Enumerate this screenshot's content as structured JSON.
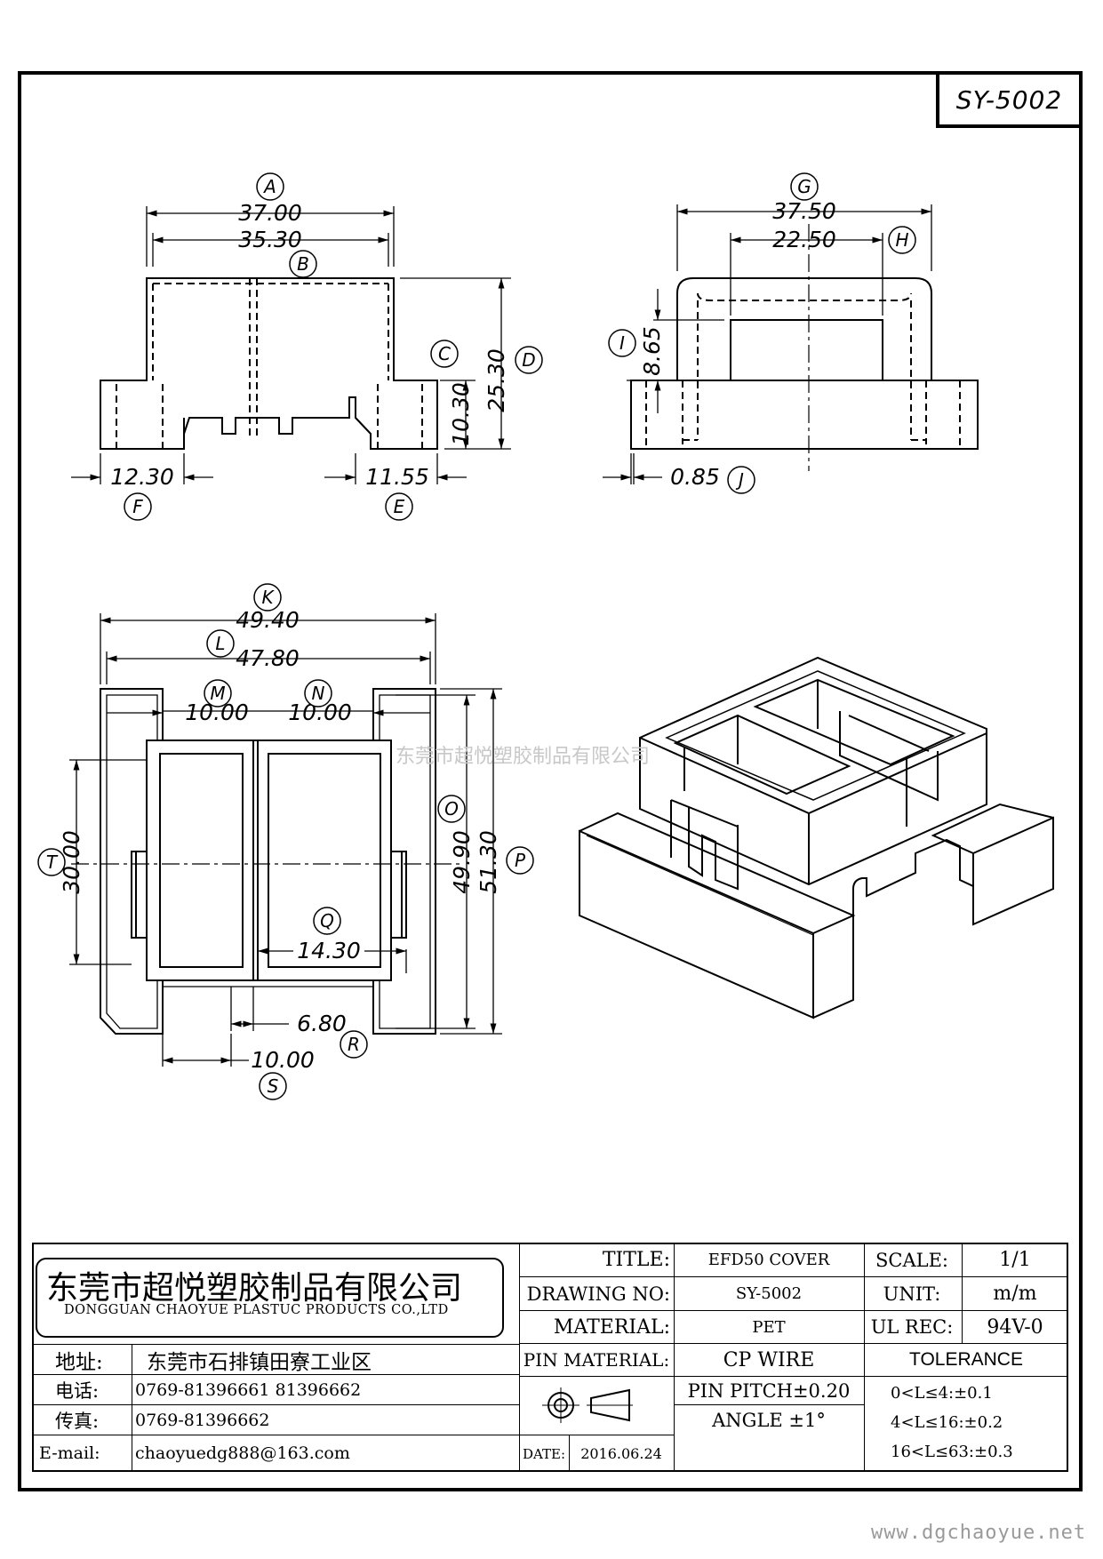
{
  "drawing_number": "SY-5002",
  "watermark": "东莞市超悦塑胶制品有限公司",
  "footer_url": "www.dgchaoyue.net",
  "dimensions": {
    "A": "37.00",
    "B": "35.30",
    "C": "10.30",
    "D": "25.30",
    "E": "11.55",
    "F": "12.30",
    "G": "37.50",
    "H": "22.50",
    "I": "8.65",
    "J": "0.85",
    "K": "49.40",
    "L": "47.80",
    "M": "10.00",
    "N": "10.00",
    "O": "49.90",
    "P": "51.30",
    "Q": "14.30",
    "R": "6.80",
    "S": "10.00",
    "T": "30.00"
  },
  "dimension_letters": [
    "A",
    "B",
    "C",
    "D",
    "E",
    "F",
    "G",
    "H",
    "I",
    "J",
    "K",
    "L",
    "M",
    "N",
    "O",
    "P",
    "Q",
    "R",
    "S",
    "T"
  ],
  "title_block": {
    "company_cn": "东莞市超悦塑胶制品有限公司",
    "company_en": "DONGGUAN CHAOYUE PLASTUC PRODUCTS CO.,LTD",
    "address_label": "地址:",
    "address": "东莞市石排镇田寮工业区",
    "phone_label": "电话:",
    "phone": "0769-81396661  81396662",
    "fax_label": "传真:",
    "fax": "0769-81396662",
    "email_label": "E-mail:",
    "email": "chaoyuedg888@163.com",
    "title_label": "TITLE:",
    "title": "EFD50 COVER",
    "drawing_no_label": "DRAWING NO:",
    "drawing_no": "SY-5002",
    "material_label": "MATERIAL:",
    "material": "PET",
    "pin_material_label": "PIN MATERIAL:",
    "pin_material": "CP WIRE",
    "pin_pitch": "PIN PITCH±0.20",
    "angle": "ANGLE  ±1°",
    "date_label": "DATE:",
    "date": "2016.06.24",
    "scale_label": "SCALE:",
    "scale": "1/1",
    "unit_label": "UNIT:",
    "unit": "m/m",
    "ul_rec_label": "UL REC:",
    "ul_rec": "94V-0",
    "tolerance_label": "TOLERANCE",
    "tolerances": [
      "0<L≤4:±0.1",
      "4<L≤16:±0.2",
      "16<L≤63:±0.3"
    ]
  }
}
